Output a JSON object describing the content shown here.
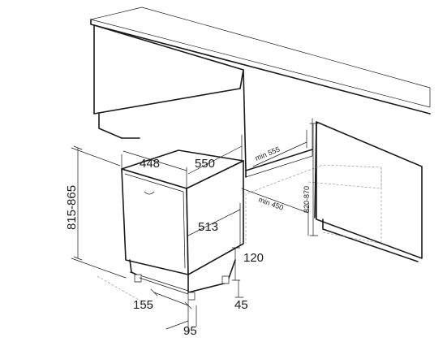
{
  "labels": {
    "width": "448",
    "depth": "550",
    "height_range": "815-865",
    "inner_depth": "513",
    "niche_depth": "min 555",
    "niche_width": "min 450",
    "niche_height": "820-870",
    "plinth_height": "120",
    "foot_offset": "155",
    "foot_height": "45",
    "foot_depth": "95"
  }
}
